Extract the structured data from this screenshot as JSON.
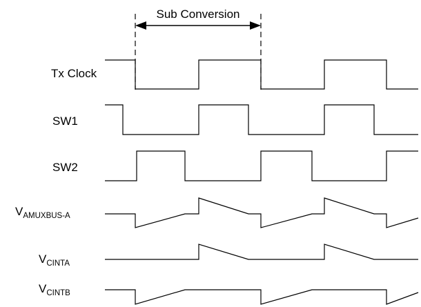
{
  "diagram": {
    "span_label": "Sub Conversion",
    "signals": [
      {
        "id": "tx-clock",
        "main": "Tx Clock",
        "sub": ""
      },
      {
        "id": "sw1",
        "main": "SW1",
        "sub": ""
      },
      {
        "id": "sw2",
        "main": "SW2",
        "sub": ""
      },
      {
        "id": "vamuxbus-a",
        "main": "V",
        "sub": "AMUXBUS-A"
      },
      {
        "id": "vcinta",
        "main": "V",
        "sub": "CINTA"
      },
      {
        "id": "vcintb",
        "main": "V",
        "sub": "CINTB"
      }
    ]
  }
}
